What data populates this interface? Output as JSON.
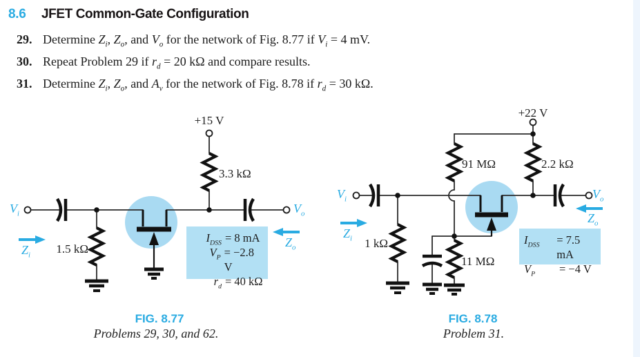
{
  "colors": {
    "accent": "#29abe2",
    "highlight_fill": "#a9daf2",
    "param_box_fill": "#b2e0f4",
    "ink": "#1c1c1c"
  },
  "header": {
    "section_number": "8.6",
    "section_title": "JFET Common-Gate Configuration"
  },
  "problems": [
    {
      "num": "29.",
      "segments": [
        {
          "t": "Determine "
        },
        {
          "t": "Z",
          "i": true
        },
        {
          "t": "i",
          "i": true,
          "sub": true
        },
        {
          "t": ", "
        },
        {
          "t": "Z",
          "i": true
        },
        {
          "t": "o",
          "i": true,
          "sub": true
        },
        {
          "t": ", and "
        },
        {
          "t": "V",
          "i": true
        },
        {
          "t": "o",
          "i": true,
          "sub": true
        },
        {
          "t": " for the network of Fig. 8.77 if "
        },
        {
          "t": "V",
          "i": true
        },
        {
          "t": "i",
          "i": true,
          "sub": true
        },
        {
          "t": " = 4 mV."
        }
      ]
    },
    {
      "num": "30.",
      "segments": [
        {
          "t": "Repeat Problem 29 if "
        },
        {
          "t": "r",
          "i": true
        },
        {
          "t": "d",
          "i": true,
          "sub": true
        },
        {
          "t": " = 20 kΩ and compare results."
        }
      ]
    },
    {
      "num": "31.",
      "segments": [
        {
          "t": "Determine "
        },
        {
          "t": "Z",
          "i": true
        },
        {
          "t": "i",
          "i": true,
          "sub": true
        },
        {
          "t": ", "
        },
        {
          "t": "Z",
          "i": true
        },
        {
          "t": "o",
          "i": true,
          "sub": true
        },
        {
          "t": ", and "
        },
        {
          "t": "A",
          "i": true
        },
        {
          "t": "v",
          "i": true,
          "sub": true
        },
        {
          "t": " for the network of Fig. 8.78 if "
        },
        {
          "t": "r",
          "i": true
        },
        {
          "t": "d",
          "i": true,
          "sub": true
        },
        {
          "t": " = 30 kΩ."
        }
      ]
    }
  ],
  "fig77": {
    "supply_label": "+15 V",
    "drain_resistor_label": "3.3 kΩ",
    "source_resistor_label": "1.5 kΩ",
    "vi": {
      "sym": "V",
      "sub": "i"
    },
    "vo": {
      "sym": "V",
      "sub": "o"
    },
    "zi": {
      "sym": "Z",
      "sub": "i"
    },
    "zo": {
      "sym": "Z",
      "sub": "o"
    },
    "params": [
      {
        "sym": "I",
        "sub": "DSS",
        "eq": "= 8 mA"
      },
      {
        "sym": "V",
        "sub": "P",
        "eq": "= −2.8 V"
      },
      {
        "sym": "r",
        "sub": "d",
        "eq": "= 40 kΩ"
      }
    ],
    "caption": "FIG. 8.77",
    "subcaption": "Problems 29, 30, and 62."
  },
  "fig78": {
    "supply_label": "+22 V",
    "gate_resistor_top_label": "91 MΩ",
    "drain_resistor_label": "2.2 kΩ",
    "source_resistor_label": "1 kΩ",
    "gate_resistor_bottom_label": "11 MΩ",
    "vi": {
      "sym": "V",
      "sub": "i"
    },
    "vo": {
      "sym": "V",
      "sub": "o"
    },
    "zi": {
      "sym": "Z",
      "sub": "i"
    },
    "zo": {
      "sym": "Z",
      "sub": "o"
    },
    "params": [
      {
        "sym": "I",
        "sub": "DSS",
        "eq": "= 7.5 mA"
      },
      {
        "sym": "V",
        "sub": "P",
        "eq": "= −4 V"
      }
    ],
    "caption": "FIG. 8.78",
    "subcaption": "Problem 31."
  }
}
